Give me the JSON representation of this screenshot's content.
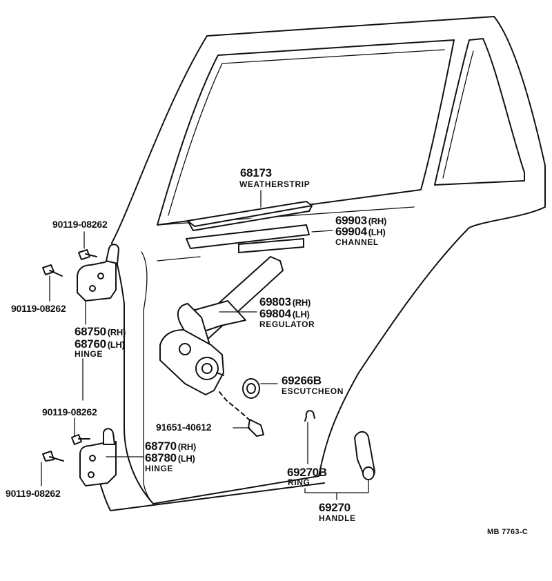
{
  "parts": {
    "weatherstrip": {
      "number": "68173",
      "name": "WEATHERSTRIP"
    },
    "channel": {
      "number_rh": "69903",
      "suffix_rh": "(RH)",
      "number_lh": "69904",
      "suffix_lh": "(LH)",
      "name": "CHANNEL"
    },
    "regulator": {
      "number_rh": "69803",
      "suffix_rh": "(RH)",
      "number_lh": "69804",
      "suffix_lh": "(LH)",
      "name": "REGULATOR"
    },
    "escutcheon": {
      "number": "69266B",
      "name": "ESCUTCHEON"
    },
    "upper_hinge": {
      "number_rh": "68750",
      "suffix_rh": "(RH)",
      "number_lh": "68760",
      "suffix_lh": "(LH)",
      "name": "HINGE"
    },
    "lower_hinge": {
      "number_rh": "68770",
      "suffix_rh": "(RH)",
      "number_lh": "68780",
      "suffix_lh": "(LH)",
      "name": "HINGE"
    },
    "bolt_upper_a": {
      "number": "90119-08262"
    },
    "bolt_upper_b": {
      "number": "90119-08262"
    },
    "bolt_lower_a": {
      "number": "90119-08262"
    },
    "bolt_lower_b": {
      "number": "90119-08262"
    },
    "screw": {
      "number": "91651-40612"
    },
    "ring": {
      "number": "69270B",
      "name": "RING"
    },
    "handle": {
      "number": "69270",
      "name": "HANDLE"
    }
  },
  "reference_code": "MB 7763-C"
}
